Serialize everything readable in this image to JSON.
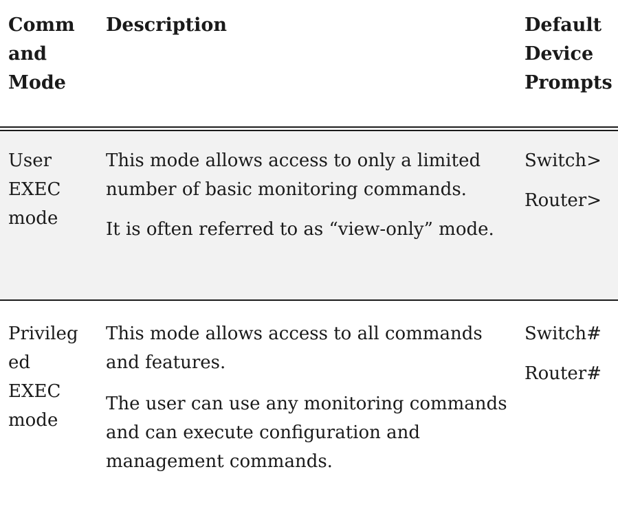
{
  "header": {
    "command_mode": "Comm\nand\nMode",
    "description": "Description",
    "default_prompts": "Default\nDevice\nPrompts"
  },
  "rows": [
    {
      "mode": "User\nEXEC\nmode",
      "description": [
        "This mode allows access to only a limited number of basic monitoring commands.",
        "It is often referred to as “view-only” mode."
      ],
      "prompts": [
        "Switch>",
        "Router>"
      ]
    },
    {
      "mode": "Privileg\ned\nEXEC\nmode",
      "description": [
        "This mode allows access to all commands and features.",
        "The user can use any monitoring commands and can execute configuration and management commands."
      ],
      "prompts": [
        "Switch#",
        "Router#"
      ]
    }
  ]
}
